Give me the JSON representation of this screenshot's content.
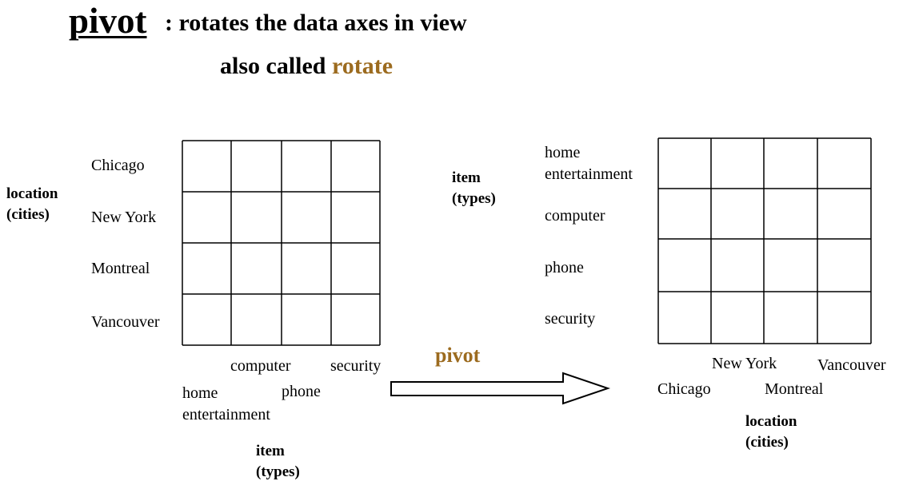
{
  "title": {
    "keyword": "pivot",
    "rest": ": rotates the data axes in view",
    "subtitle_prefix": "also called ",
    "subtitle_keyword": "rotate"
  },
  "left_cube": {
    "row_axis_label": [
      "location",
      "(cities)"
    ],
    "rows": [
      "Chicago",
      "New York",
      "Montreal",
      "Vancouver"
    ],
    "columns": [
      "home entertainment",
      "computer",
      "phone",
      "security"
    ],
    "column_label_lines": {
      "home_entertainment": [
        "home",
        "entertainment"
      ],
      "computer": "computer",
      "phone": "phone",
      "security": "security"
    },
    "column_axis_label": [
      "item",
      "(types)"
    ]
  },
  "right_cube": {
    "row_axis_label": [
      "item",
      "(types)"
    ],
    "rows": [
      "home entertainment",
      "computer",
      "phone",
      "security"
    ],
    "row_label_lines": {
      "home_entertainment": [
        "home",
        "entertainment"
      ],
      "computer": "computer",
      "phone": "phone",
      "security": "security"
    },
    "columns": [
      "Chicago",
      "New York",
      "Montreal",
      "Vancouver"
    ],
    "column_axis_label": [
      "location",
      "(cities)"
    ]
  },
  "arrow": {
    "label": "pivot"
  },
  "colors": {
    "accent": "#9c6b1f",
    "text": "#000000",
    "lines": "#000000"
  }
}
